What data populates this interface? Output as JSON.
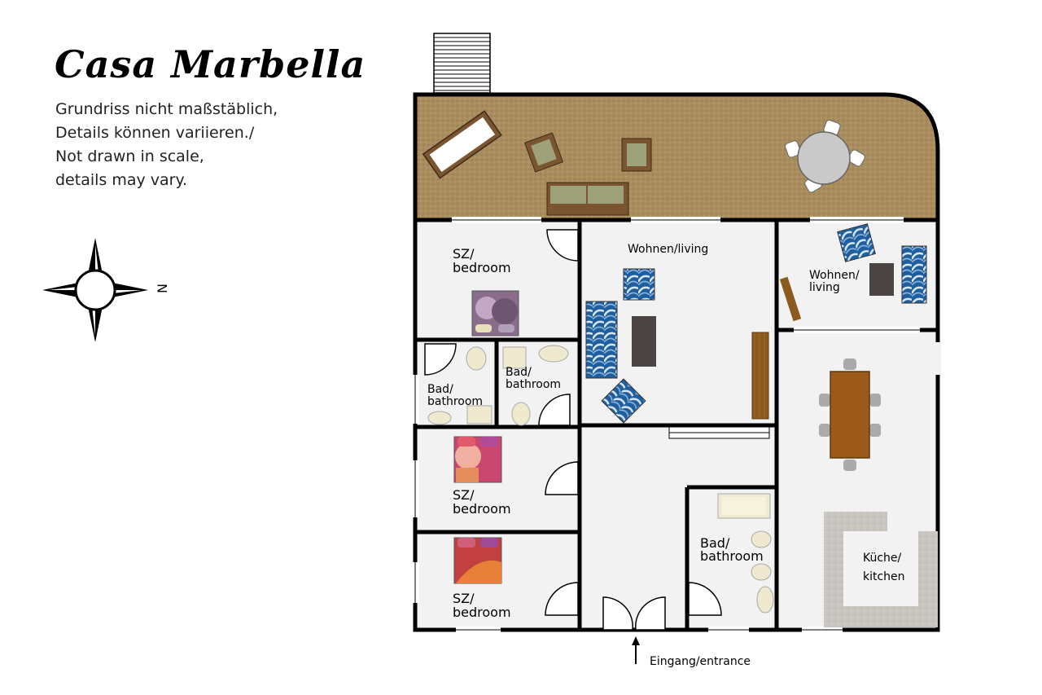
{
  "title": "Casa Marbella",
  "notes": [
    "Grundriss nicht maßstäblich,",
    "Details können variieren./",
    "Not drawn in scale,",
    "details may vary."
  ],
  "compass": {
    "north_label": "N"
  },
  "rooms": {
    "bedroom_top": [
      "SZ/",
      "bedroom"
    ],
    "living_main": "Wohnen/living",
    "living_side": [
      "Wohnen/",
      "living"
    ],
    "bath_left": [
      "Bad/",
      "bathroom"
    ],
    "bath_mid": [
      "Bad/",
      "bathroom"
    ],
    "bedroom_mid": [
      "SZ/",
      "bedroom"
    ],
    "bedroom_bottom": [
      "SZ/",
      "bedroom"
    ],
    "bath_center": [
      "Bad/",
      "bathroom"
    ],
    "kitchen": [
      "Küche/",
      "kitchen"
    ]
  },
  "entrance": "Eingang/entrance",
  "colors": {
    "terrace": "#a98d5e",
    "floor": "#f2f2f2",
    "wall": "#000000",
    "wood": "#8b5a1e",
    "dark": "#4a4442",
    "counter": "#c8c4c0",
    "fabric_blue": "#2a6fb0"
  }
}
